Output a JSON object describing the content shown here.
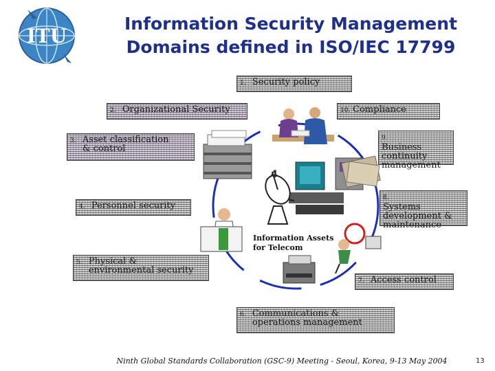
{
  "title": {
    "line1": "Information Security Management",
    "line2": "Domains defined in ISO/IEC 17799"
  },
  "logo": {
    "text": "ITU",
    "icon": "itu-globe-logo"
  },
  "domains": [
    {
      "num": "1.",
      "label": "Security policy"
    },
    {
      "num": "2.",
      "label": "Organizational Security"
    },
    {
      "num": "3.",
      "label": "Asset classification\n& control"
    },
    {
      "num": "4.",
      "label": "Personnel security"
    },
    {
      "num": "5.",
      "label": "Physical &\nenvironmental security"
    },
    {
      "num": "6.",
      "label": "Communications &\noperations management"
    },
    {
      "num": "7.",
      "label": "Access control"
    },
    {
      "num": "8.",
      "label": "Systems\ndevelopment &\nmaintenance"
    },
    {
      "num": "9.",
      "label": "Business\ncontinuity\nmanagement"
    },
    {
      "num": "10.",
      "label": "Compliance"
    }
  ],
  "center": {
    "line1": "Information Assets",
    "line2": "for Telecom"
  },
  "footer": "Ninth Global Standards Collaboration (GSC-9) Meeting - Seoul, Korea, 9-13 May 2004",
  "page_number": "13",
  "colors": {
    "title": "#1f2f8c",
    "ring": "#1a2fb5",
    "box": "#d2d2d2"
  }
}
